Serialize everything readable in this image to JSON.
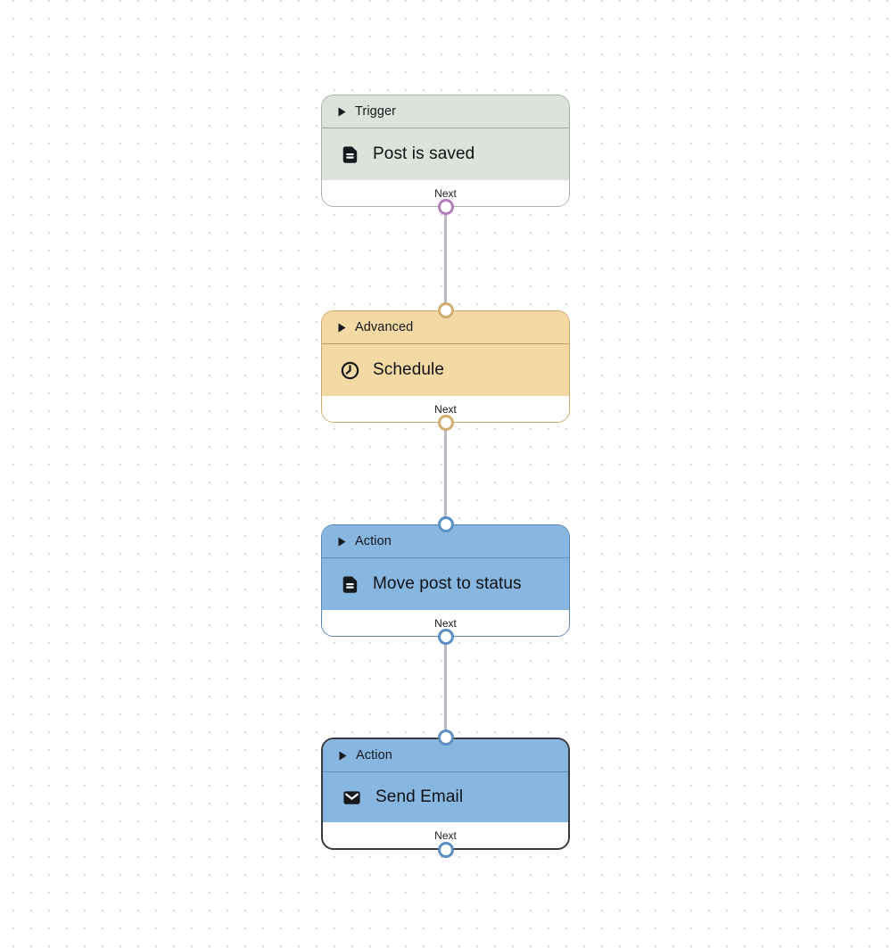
{
  "canvas": {
    "dot_color": "#d8d8d8",
    "edge_color": "#b9b9c1"
  },
  "workflow": {
    "nodes": [
      {
        "category": "Trigger",
        "title": "Post is saved",
        "icon": "document-icon",
        "footer": "Next",
        "selected": false,
        "colors": {
          "bg": "#dde3da",
          "border": "#a9b1ab",
          "divider": "#9da69f",
          "port": "#b27fba"
        }
      },
      {
        "category": "Advanced",
        "title": "Schedule",
        "icon": "clock-icon",
        "footer": "Next",
        "selected": false,
        "colors": {
          "bg": "#f4d9a4",
          "border": "#cfa868",
          "divider": "#c29b60",
          "port": "#d3ac6f"
        }
      },
      {
        "category": "Action",
        "title": "Move post to status",
        "icon": "document-icon",
        "footer": "Next",
        "selected": false,
        "colors": {
          "bg": "#87b6e1",
          "border": "#5585b7",
          "divider": "#5d8cbd",
          "port": "#5c8fc3"
        }
      },
      {
        "category": "Action",
        "title": "Send Email",
        "icon": "envelope-icon",
        "footer": "Next",
        "selected": true,
        "colors": {
          "bg": "#87b6e1",
          "border": "#343a40",
          "divider": "#5d8cbd",
          "port": "#5c8fc3"
        }
      }
    ]
  }
}
